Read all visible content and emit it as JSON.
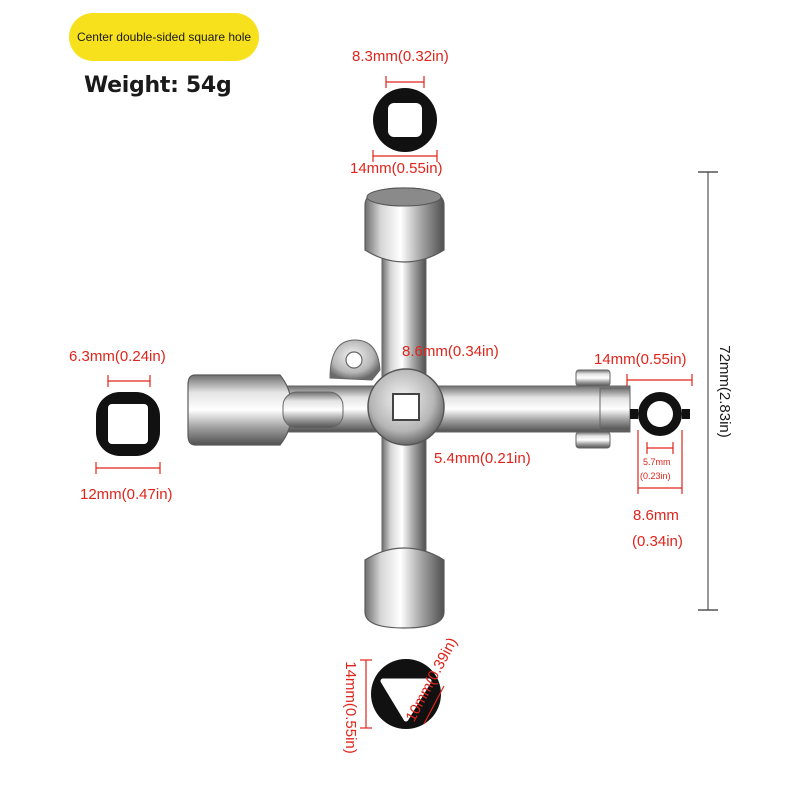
{
  "badge": {
    "text": "Center double-sided square hole",
    "color": "#f7e11c"
  },
  "weight": "Weight: 54g",
  "dimensions": {
    "top_inner": "8.3mm(0.32in)",
    "top_outer": "14mm(0.55in)",
    "center_outer": "8.6mm(0.34in)",
    "center_inner": "5.4mm(0.21in)",
    "left_inner": "6.3mm(0.24in)",
    "left_outer": "12mm(0.47in)",
    "right_outer": "14mm(0.55in)",
    "right_inner_mm": "5.7mm",
    "right_inner_in": "(0.23in)",
    "right_pin_mm": "8.6mm",
    "right_pin_in": "(0.34in)",
    "overall_height": "72mm(2.83in)",
    "bottom_outer": "14mm(0.55in)",
    "bottom_inner": "10mm(0.39in)"
  },
  "colors": {
    "dimension": "#e0241b",
    "metal_light": "#f2f2f2",
    "metal_dark": "#5a5a5a"
  },
  "icons": [
    "square-hole-icon",
    "rounded-square-hole-icon",
    "triangle-hole-icon",
    "pin-hole-icon",
    "cross-key-illustration"
  ]
}
